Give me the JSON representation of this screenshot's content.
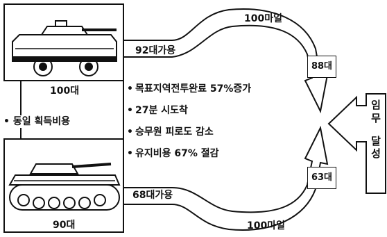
{
  "wheeled": {
    "count_label": "100대",
    "available_label": "92대가용",
    "distance_label": "100마일",
    "remaining_label": "88대"
  },
  "tracked": {
    "count_label": "90대",
    "available_label": "68대가용",
    "distance_label": "100마일",
    "remaining_label": "63대"
  },
  "left_note": "• 동일 획득비용",
  "benefits": [
    "목표지역전투완료 57%증가",
    "27분 시도착",
    "승무원 피로도 감소",
    "유지비용 67% 절감"
  ],
  "mission": [
    "임",
    "무",
    "달",
    "성"
  ],
  "colors": {
    "ink": "#111111",
    "background": "#ffffff"
  }
}
